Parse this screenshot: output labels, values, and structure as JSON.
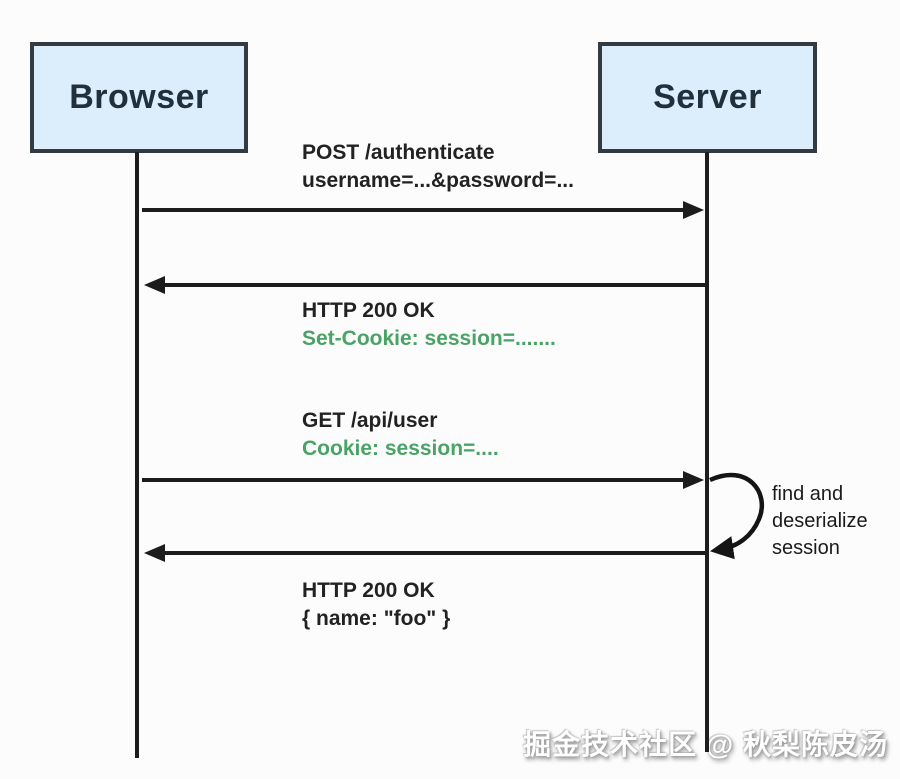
{
  "diagram": {
    "title_hint": "session-based authentication sequence",
    "actors": [
      {
        "label": "Browser"
      },
      {
        "label": "Server"
      }
    ],
    "messages": [
      {
        "line1": "POST /authenticate",
        "line2": "username=...&password=...",
        "line2_style": "dark",
        "direction": "browser-to-server"
      },
      {
        "line1": "HTTP 200 OK",
        "line2": "Set-Cookie: session=.......",
        "line2_style": "green",
        "direction": "server-to-browser"
      },
      {
        "line1": "GET /api/user",
        "line2": "Cookie: session=....",
        "line2_style": "green",
        "direction": "browser-to-server"
      },
      {
        "line1": "HTTP 200 OK",
        "line2": "{ name: \"foo\" }",
        "line2_style": "dark",
        "direction": "server-to-browser"
      }
    ],
    "server_note": {
      "line1": "find and",
      "line2": "deserialize",
      "line3": "session"
    },
    "colors": {
      "actor_fill": "#dceefb",
      "actor_border": "#333a40",
      "line": "#1c1c1c",
      "text_dark": "#222222",
      "text_green": "#4aa366",
      "background": "#fcfcfc",
      "watermark_text": "#ffffff",
      "watermark_shadow": "#9a9a9a"
    }
  },
  "watermark": {
    "text": "掘金技术社区 @ 秋梨陈皮汤"
  }
}
